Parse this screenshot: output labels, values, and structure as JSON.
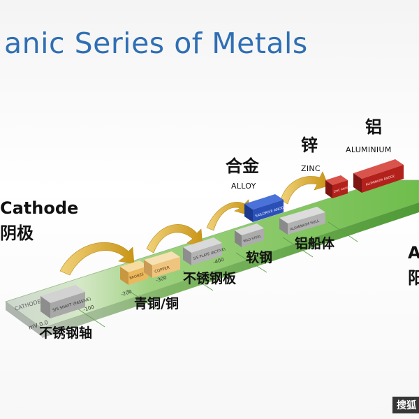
{
  "title": "anic Series of Metals",
  "cathode": {
    "en": "Cathode",
    "zh": "阴极"
  },
  "anode": {
    "en": "A",
    "zh": "阳"
  },
  "labels": {
    "ss_shaft_zh": "不锈钢轴",
    "bronze_copper_zh": "青铜/铜",
    "ss_plate_zh": "不锈钢板",
    "mild_steel_zh": "软钢",
    "alloy_zh": "合金",
    "alloy_en": "ALLOY",
    "al_hull_zh": "铝船体",
    "zinc_zh": "锌",
    "zinc_en": "ZINC",
    "aluminium_zh": "铝",
    "aluminium_en": "ALUMINIUM"
  },
  "bar": {
    "cathode_tag": "CATHODE",
    "mv_label": "mV 0.0",
    "ticks": [
      "-100",
      "-200",
      "-300",
      "-400"
    ]
  },
  "blocks": {
    "ss_shaft": "S/S SHAFT (PASSIVE)",
    "bronze": "BRONZE",
    "copper": "COPPER",
    "ss_plate": "S/S PLATE (ACTIVE)",
    "mild_steel": "MILD STEEL",
    "alloy_anode": "SAILDRIVE ANODE",
    "al_hull": "ALUMINIUM HULL",
    "zinc_anode": "ZINC ANODE",
    "al_anode": "ALUMINIUM ANODE"
  },
  "watermark": "搜狐",
  "colors": {
    "title": "#2f6fb4",
    "bar_green": "#7cc35a",
    "block_grey": "#a9a9a9",
    "block_gold": "#f1c46f",
    "block_blue": "#2a50b8",
    "block_red": "#b3211c",
    "arrow_gold": "#d9a320"
  }
}
